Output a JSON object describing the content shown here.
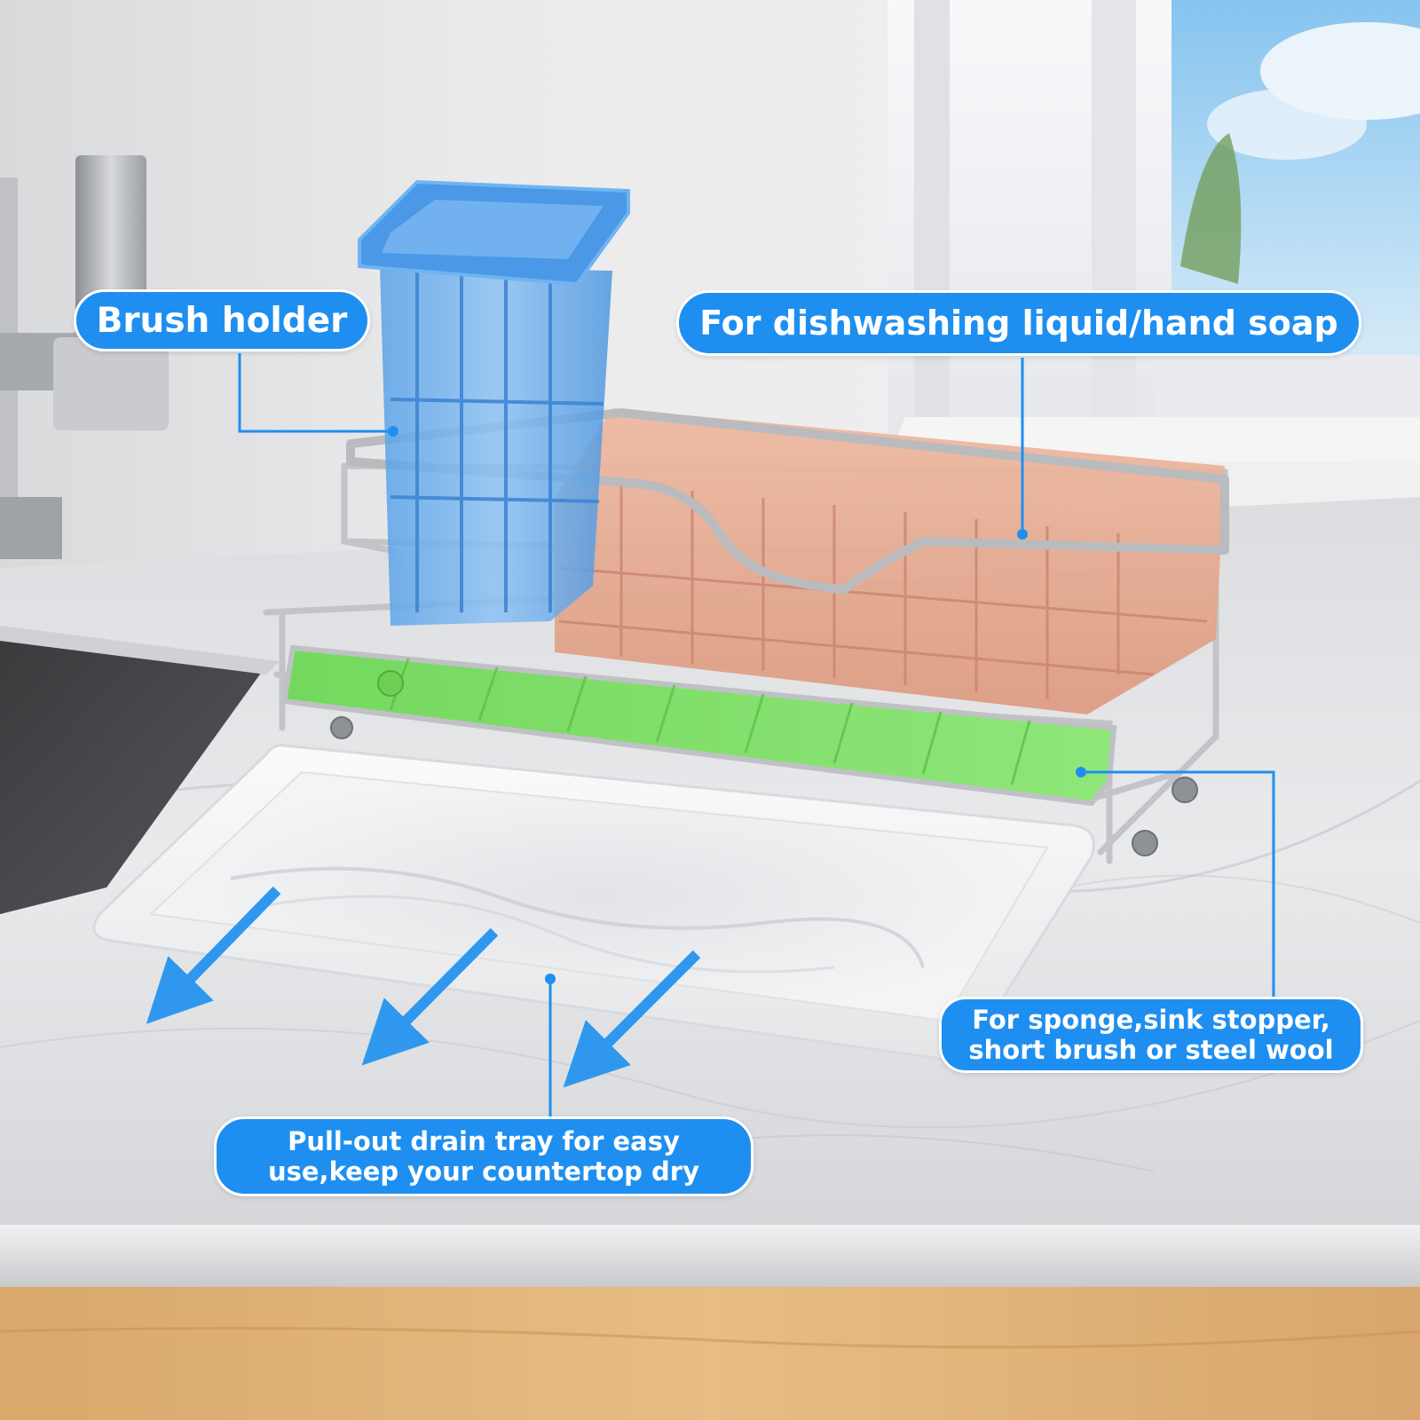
{
  "callouts": {
    "brush_holder": "Brush holder",
    "soap": "For dishwashing liquid/hand soap",
    "sponge_line1": "For sponge,sink stopper,",
    "sponge_line2": "short brush or steel wool",
    "tray_line1": "Pull-out drain tray for easy",
    "tray_line2": "use,keep your countertop dry"
  },
  "colors": {
    "callout_blue": "#1e8ff0",
    "brush_holder_blue": "#5aa8ee",
    "soap_basket_peach": "#e8a98f",
    "sponge_tray_green": "#7fe06a",
    "steel": "#c7c9cc",
    "drain_tray_white": "#f4f5f6",
    "arrow_blue": "#2f98ee"
  }
}
